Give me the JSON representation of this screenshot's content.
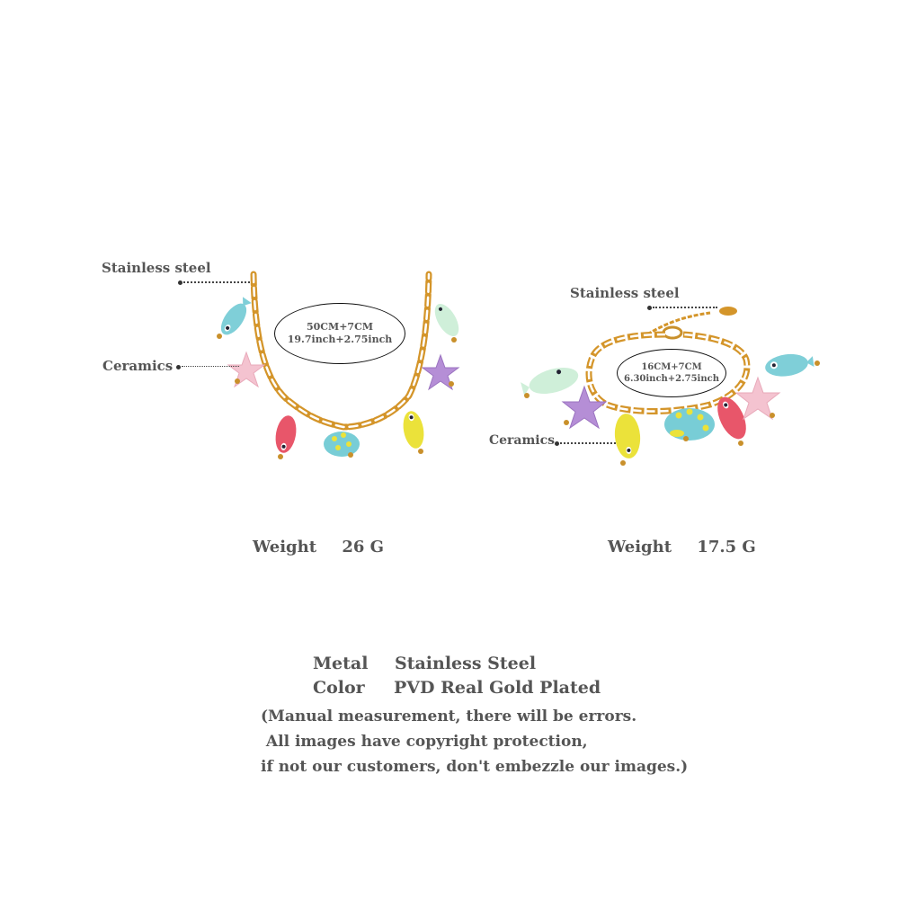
{
  "necklace": {
    "callouts": {
      "chain_label": "Stainless steel",
      "charm_label": "Ceramics"
    },
    "size": {
      "line1": "50CM+7CM",
      "line2": "19.7inch+2.75inch"
    },
    "weight": {
      "label": "Weight",
      "value": "26 G"
    },
    "charms": [
      "blue-fish",
      "pink-starfish",
      "red-fish",
      "turquoise-spotted-fish",
      "yellow-fish",
      "purple-starfish",
      "mint-fish"
    ]
  },
  "bracelet": {
    "callouts": {
      "chain_label": "Stainless steel",
      "charm_label": "Ceramics"
    },
    "size": {
      "line1": "16CM+7CM",
      "line2": "6.30inch+2.75inch"
    },
    "weight": {
      "label": "Weight",
      "value": "17.5 G"
    },
    "charms": [
      "mint-fish",
      "purple-starfish",
      "yellow-fish",
      "turquoise-spotted-fish",
      "red-fish",
      "pink-starfish",
      "blue-fish"
    ]
  },
  "specs": {
    "metal_label": "Metal",
    "metal_value": "Stainless Steel",
    "color_label": "Color",
    "color_value": "PVD Real Gold Plated"
  },
  "disclaimer": {
    "line1": "(Manual measurement, there will be errors.",
    "line2": " All images have copyright protection,",
    "line3": "if not our customers, don't embezzle our images.)"
  },
  "colors": {
    "gold": "#D4952A",
    "gold_dark": "#A86E17",
    "blue": "#7FCFD8",
    "pink": "#F4C3D0",
    "red": "#E8566A",
    "turquoise": "#78CDD6",
    "yellow": "#EBE23A",
    "purple": "#B58ED6",
    "mint": "#CFEFD9",
    "text": "#555555"
  }
}
